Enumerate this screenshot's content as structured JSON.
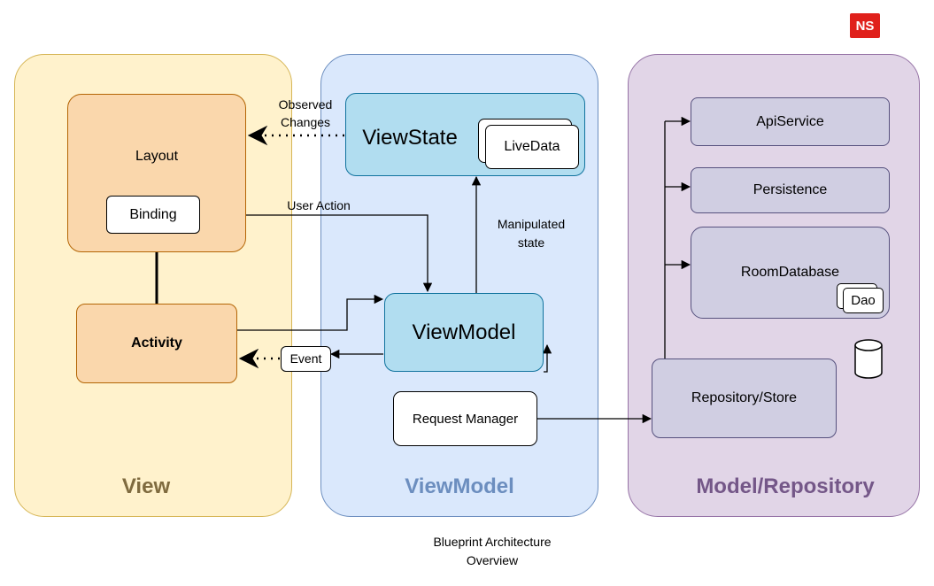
{
  "badge": "NS",
  "columns": {
    "view": "View",
    "viewmodel": "ViewModel",
    "model": "Model/Repository"
  },
  "nodes": {
    "layout": "Layout",
    "binding": "Binding",
    "activity": "Activity",
    "viewstate": "ViewState",
    "livedata": "LiveData",
    "viewmodel": "ViewModel",
    "request_manager": "Request Manager",
    "apiservice": "ApiService",
    "persistence": "Persistence",
    "roomdatabase": "RoomDatabase",
    "dao": "Dao",
    "repository": "Repository/Store"
  },
  "edges": {
    "observed_line1": "Observed",
    "observed_line2": "Changes",
    "user_action": "User Action",
    "manipulated_line1": "Manipulated",
    "manipulated_line2": "state",
    "event": "Event"
  },
  "caption": {
    "line1": "Blueprint Architecture",
    "line2": "Overview"
  },
  "colors": {
    "view_fill": "#fff2cc",
    "view_label": "#7f6b3f",
    "viewmodel_fill": "#dae8fc",
    "viewmodel_label": "#6c8ebf",
    "model_fill": "#e1d5e7",
    "model_label": "#745788",
    "badge": "#e0201b"
  }
}
